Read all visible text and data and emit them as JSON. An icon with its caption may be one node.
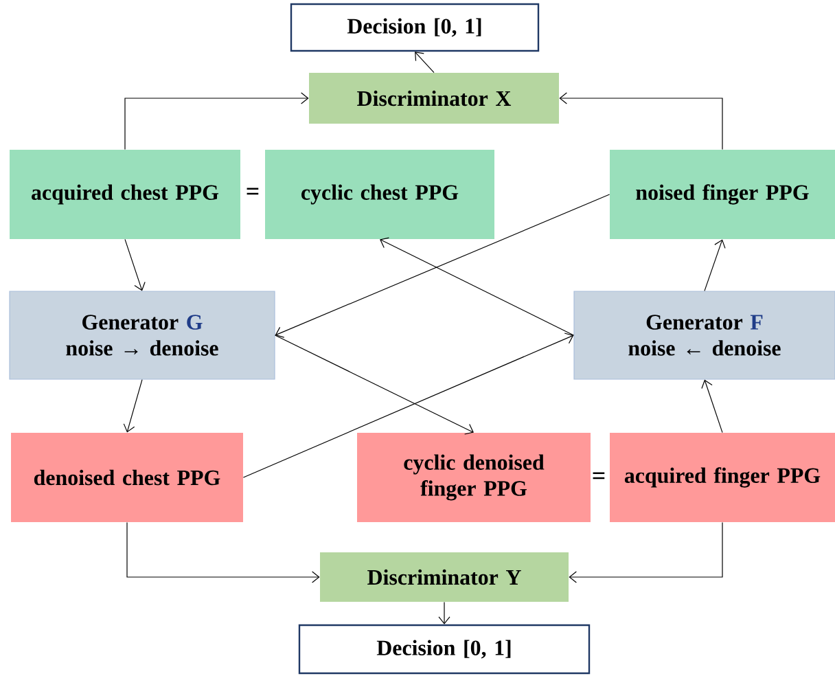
{
  "diagram": {
    "nodes": [
      {
        "text": [
          "Decision [0, 1]"
        ]
      },
      {
        "text": [
          "Discriminator X"
        ]
      },
      {
        "text": [
          "acquired chest PPG"
        ]
      },
      {
        "text": [
          "cyclic chest PPG"
        ]
      },
      {
        "text": [
          "noised finger PPG"
        ]
      },
      {
        "text": [
          "Generator",
          "G",
          "noise → denoise"
        ]
      },
      {
        "text": [
          "Generator",
          "F",
          "noise ← denoise"
        ]
      },
      {
        "text": [
          "denoised chest PPG"
        ]
      },
      {
        "text": [
          "cyclic denoised finger PPG"
        ]
      },
      {
        "text": [
          "acquired finger PPG"
        ]
      },
      {
        "text": [
          "Discriminator Y"
        ]
      },
      {
        "text": [
          "Decision [0, 1]"
        ]
      }
    ],
    "edges": [
      {
        "from": 1,
        "to": 0,
        "arrow": "to"
      },
      {
        "from": 2,
        "to": 1,
        "arrow": "to"
      },
      {
        "from": 4,
        "to": 1,
        "arrow": "to"
      },
      {
        "from": 2,
        "to": 5,
        "arrow": "to"
      },
      {
        "from": 4,
        "to": 5,
        "arrow": "to"
      },
      {
        "from": 5,
        "to": 7,
        "arrow": "to"
      },
      {
        "from": 5,
        "to": 8,
        "arrow": "to"
      },
      {
        "from": 7,
        "to": 6,
        "arrow": "to"
      },
      {
        "from": 6,
        "to": 3,
        "arrow": "to"
      },
      {
        "from": 6,
        "to": 4,
        "arrow": "to"
      },
      {
        "from": 9,
        "to": 6,
        "arrow": "to"
      },
      {
        "from": 7,
        "to": 10,
        "arrow": "to"
      },
      {
        "from": 9,
        "to": 10,
        "arrow": "to"
      },
      {
        "from": 10,
        "to": 11,
        "arrow": "to"
      }
    ],
    "labels": [
      "=",
      "="
    ]
  }
}
